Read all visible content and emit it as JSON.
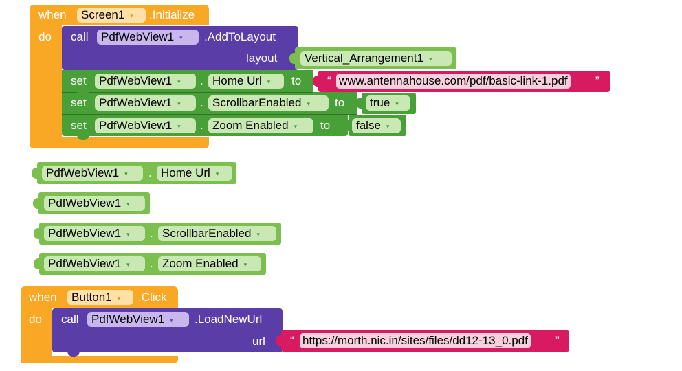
{
  "dropdown_arrow": "▾",
  "colors": {
    "event": "#f9a825",
    "method": "#5b3da8",
    "setter": "#4aa038",
    "getter": "#7cbf4f",
    "text": "#d81b60"
  },
  "init_event": {
    "when": "when",
    "component": "Screen1",
    "event": ".Initialize",
    "do": "do",
    "call": {
      "call": "call",
      "component": "PdfWebView1",
      "method": ".AddToLayout",
      "param": "layout",
      "value": "Vertical_Arrangement1"
    },
    "setters": [
      {
        "set": "set",
        "component": "PdfWebView1",
        "dot": ".",
        "property": "Home Url",
        "to": "to",
        "value": "www.antennahouse.com/pdf/basic-link-1.pdf"
      },
      {
        "set": "set",
        "component": "PdfWebView1",
        "dot": ".",
        "property": "ScrollbarEnabled",
        "to": "to",
        "value": "true"
      },
      {
        "set": "set",
        "component": "PdfWebView1",
        "dot": ".",
        "property": "Zoom Enabled",
        "to": "to",
        "value": "false"
      }
    ]
  },
  "quote_open": "“",
  "quote_close": "”",
  "getters": [
    {
      "component": "PdfWebView1",
      "dot": ".",
      "property": "Home Url"
    },
    {
      "component": "PdfWebView1"
    },
    {
      "component": "PdfWebView1",
      "dot": ".",
      "property": "ScrollbarEnabled"
    },
    {
      "component": "PdfWebView1",
      "dot": ".",
      "property": "Zoom Enabled"
    }
  ],
  "click_event": {
    "when": "when",
    "component": "Button1",
    "event": ".Click",
    "do": "do",
    "call": {
      "call": "call",
      "component": "PdfWebView1",
      "method": ".LoadNewUrl",
      "param": "url",
      "value": "https://morth.nic.in/sites/files/dd12-13_0.pdf"
    }
  }
}
